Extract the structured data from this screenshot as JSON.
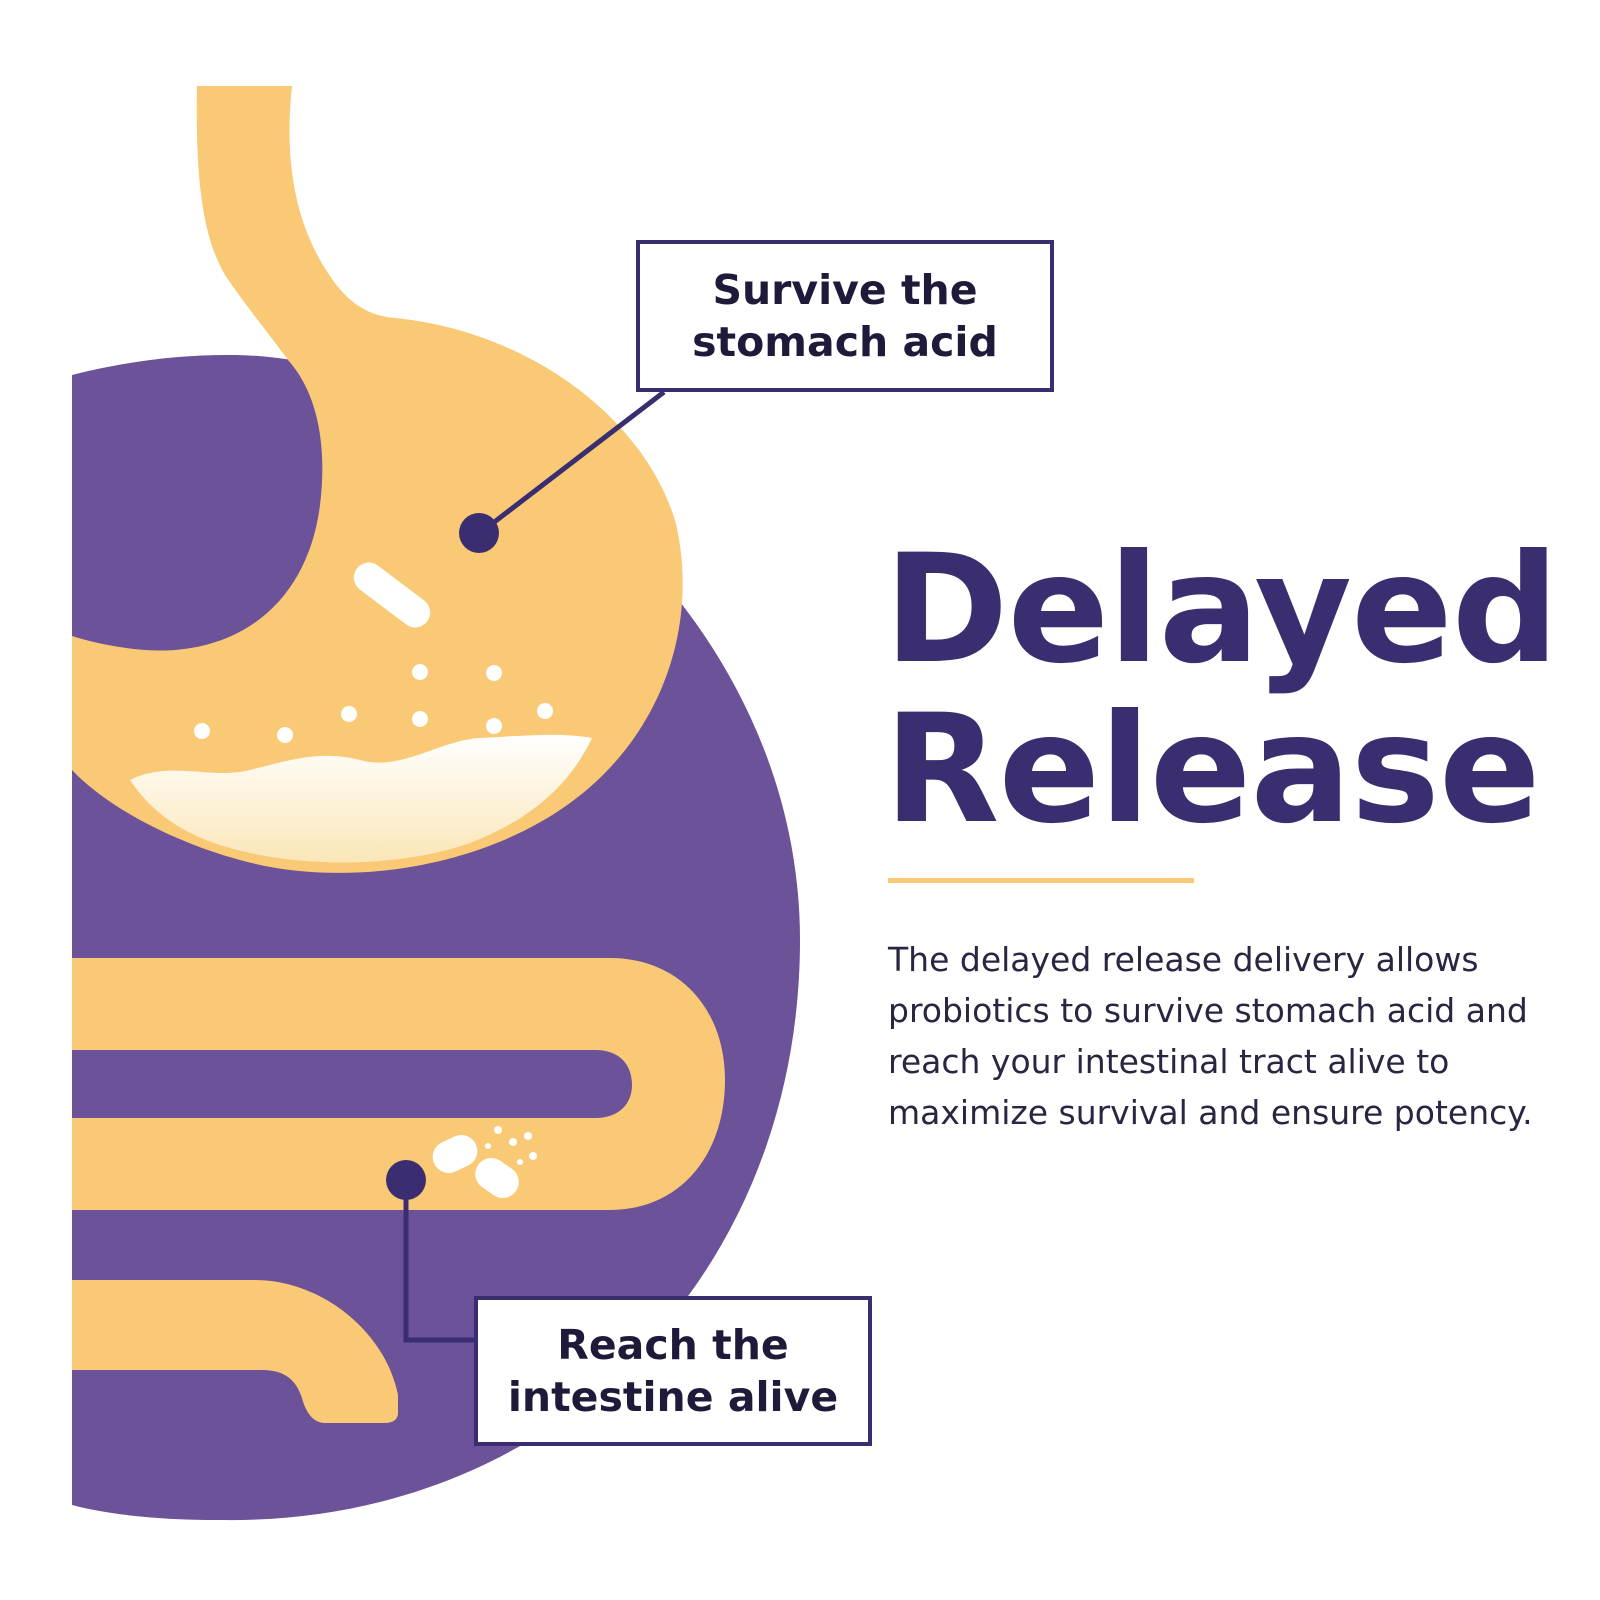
{
  "colors": {
    "primary_purple": "#3b2e70",
    "body_purple": "#6b5299",
    "digestive_yellow": "#f9c976",
    "white": "#ffffff",
    "text_dark": "#1f1a3a"
  },
  "callouts": {
    "stomach": {
      "line1": "Survive the",
      "line2": "stomach acid"
    },
    "intestine": {
      "line1": "Reach the",
      "line2": "intestine alive"
    }
  },
  "headline": {
    "line1": "Delayed",
    "line2": "Release"
  },
  "description": "The delayed release delivery allows probiotics to survive stomach acid and reach your intestinal tract alive to maximize survival and ensure potency.",
  "icons": [
    "stomach-icon",
    "intestine-icon",
    "capsule-icon",
    "broken-capsule-icon"
  ]
}
